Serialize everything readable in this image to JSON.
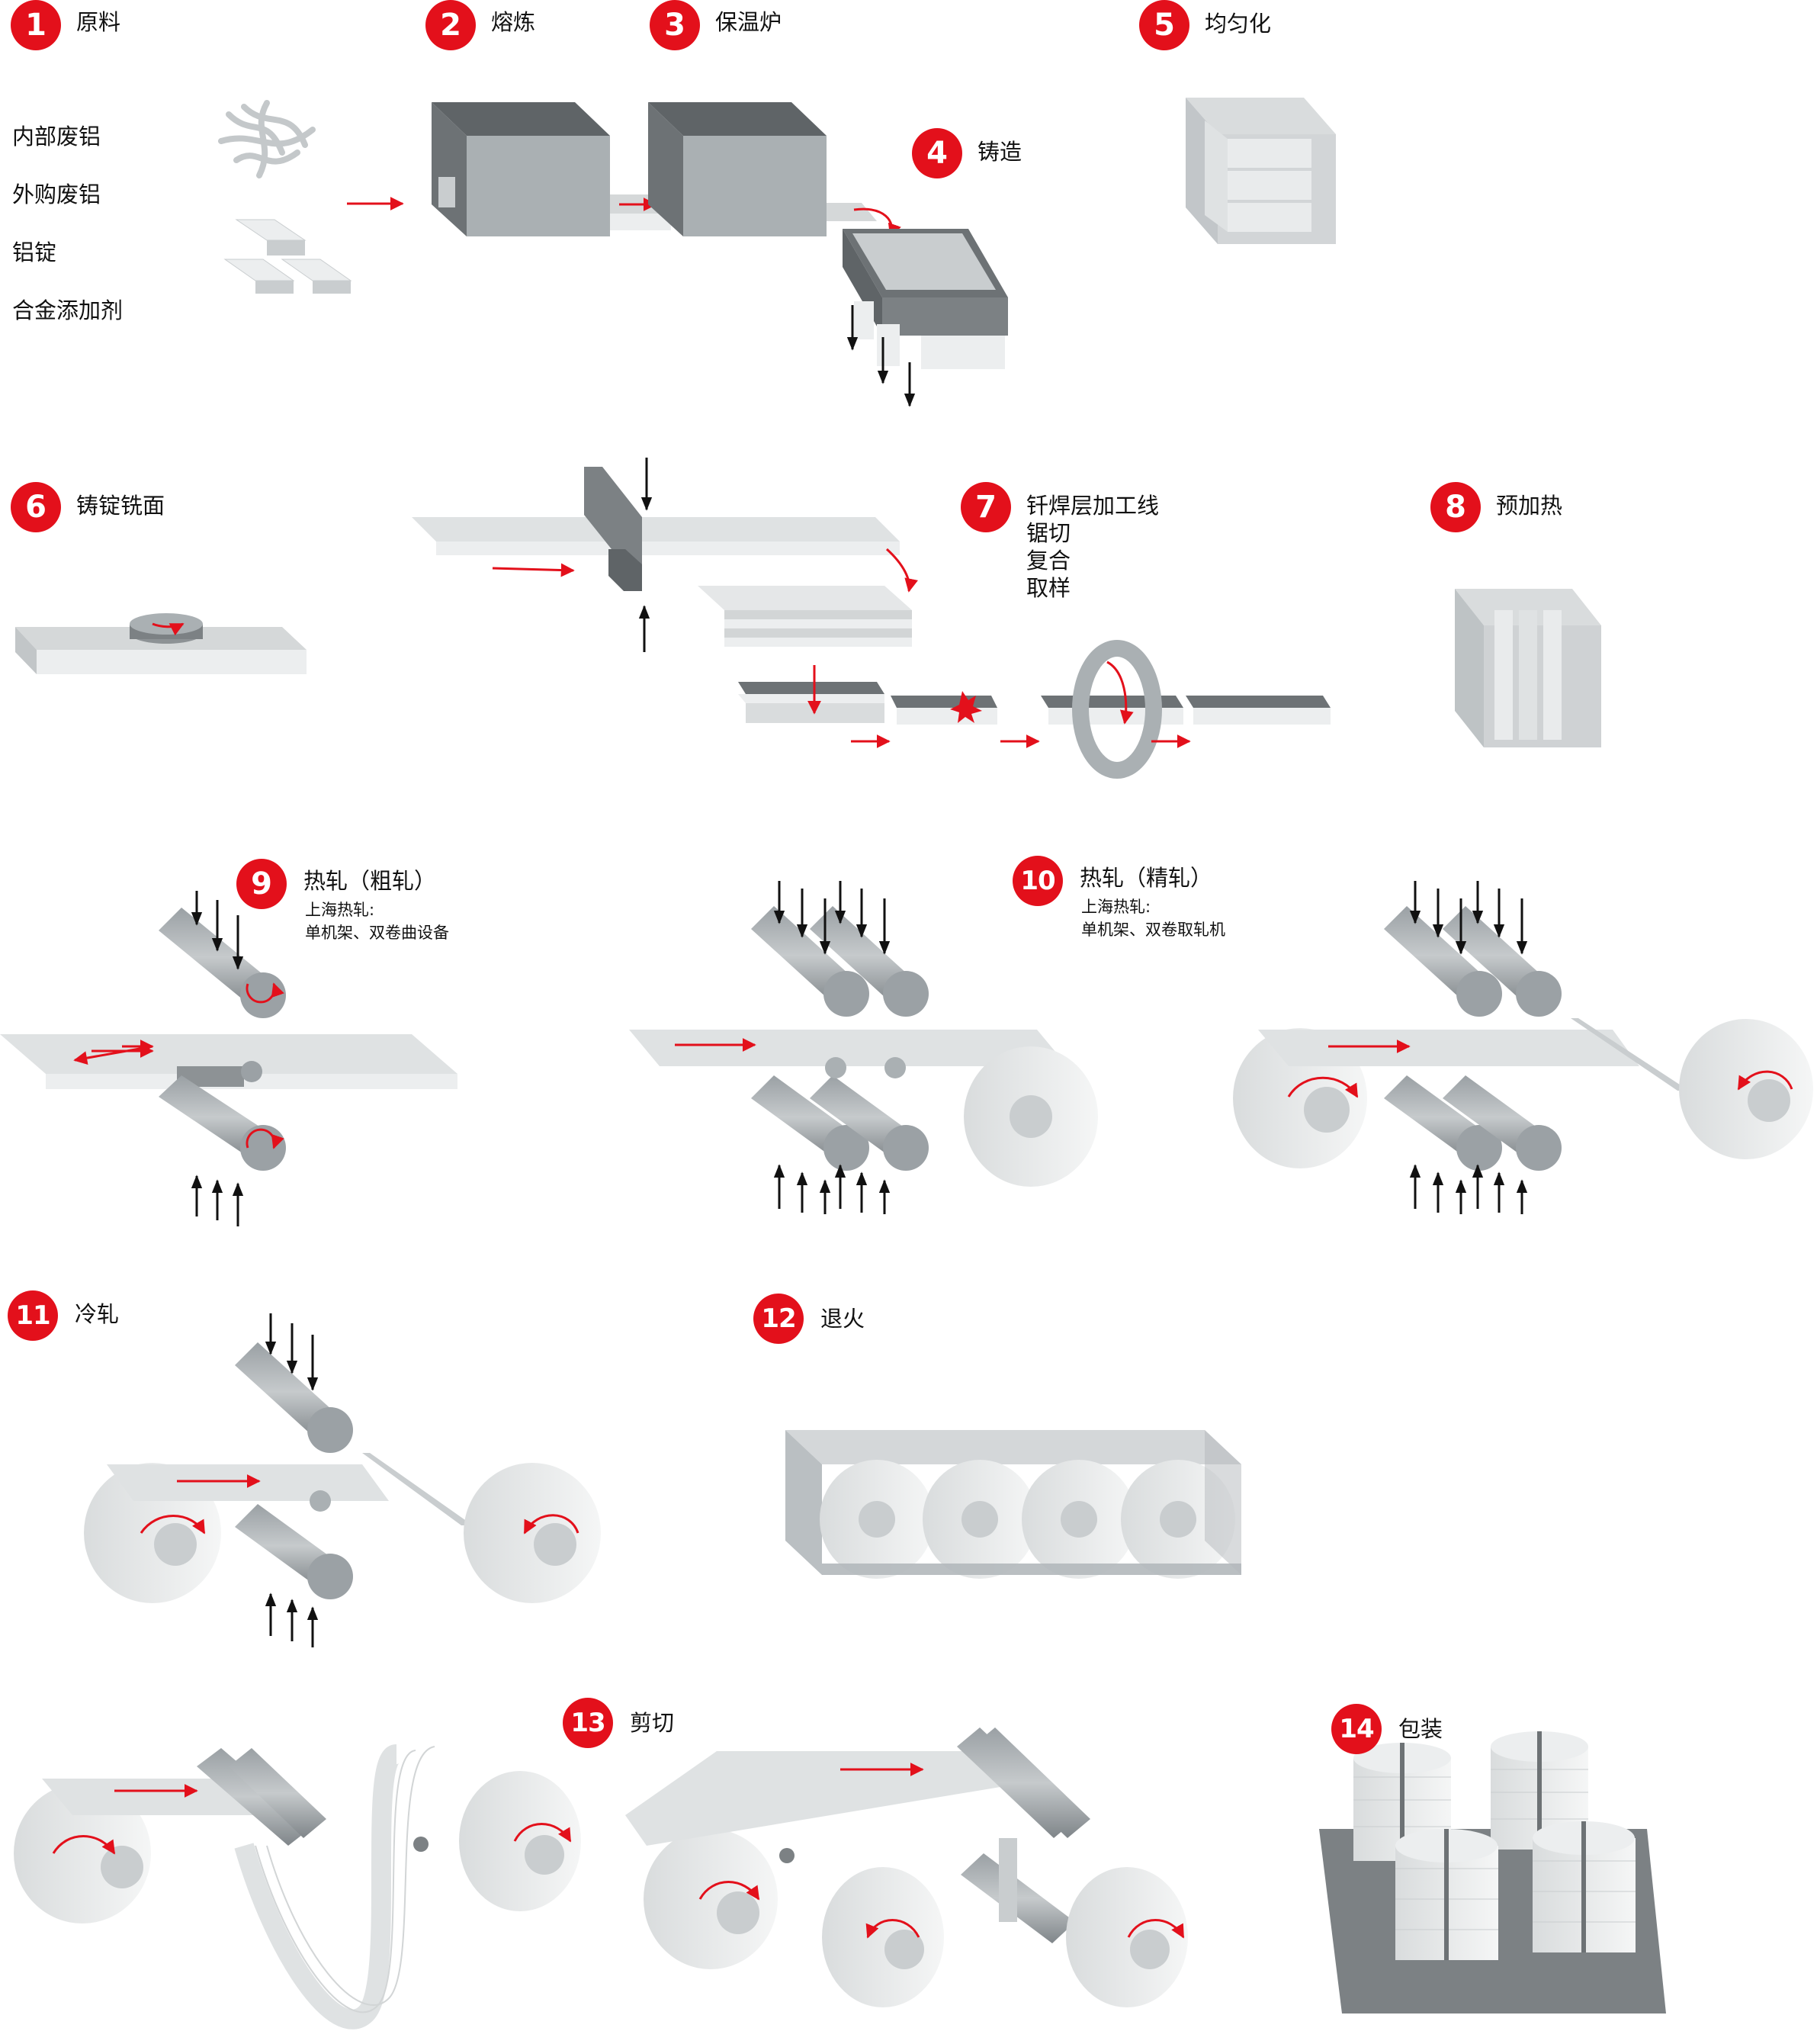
{
  "colors": {
    "accent_red": "#e3101b",
    "dark_gray": "#7c8184",
    "mid_gray": "#aeb3b6",
    "light_gray": "#d7dadb",
    "roll_white": "#f2f3f3"
  },
  "steps": [
    {
      "number": "1",
      "title": "原料"
    },
    {
      "number": "2",
      "title": "熔炼"
    },
    {
      "number": "3",
      "title": "保温炉"
    },
    {
      "number": "4",
      "title": "铸造"
    },
    {
      "number": "5",
      "title": "均匀化"
    },
    {
      "number": "6",
      "title": "铸锭铣面"
    },
    {
      "number": "7",
      "title": "钎焊层加工线",
      "lines": [
        "锯切",
        "复合",
        "取样"
      ]
    },
    {
      "number": "8",
      "title": "预加热"
    },
    {
      "number": "9",
      "title": "热轧（粗轧）",
      "lines": [
        "上海热轧:",
        "单机架、双卷曲设备"
      ]
    },
    {
      "number": "10",
      "title": "热轧（精轧）",
      "lines": [
        "上海热轧:",
        "单机架、双卷取轧机"
      ]
    },
    {
      "number": "11",
      "title": "冷轧"
    },
    {
      "number": "12",
      "title": "退火"
    },
    {
      "number": "13",
      "title": "剪切"
    },
    {
      "number": "14",
      "title": "包装"
    }
  ],
  "raw_materials": [
    "内部废铝",
    "外购废铝",
    "铝锭",
    "合金添加剂"
  ]
}
